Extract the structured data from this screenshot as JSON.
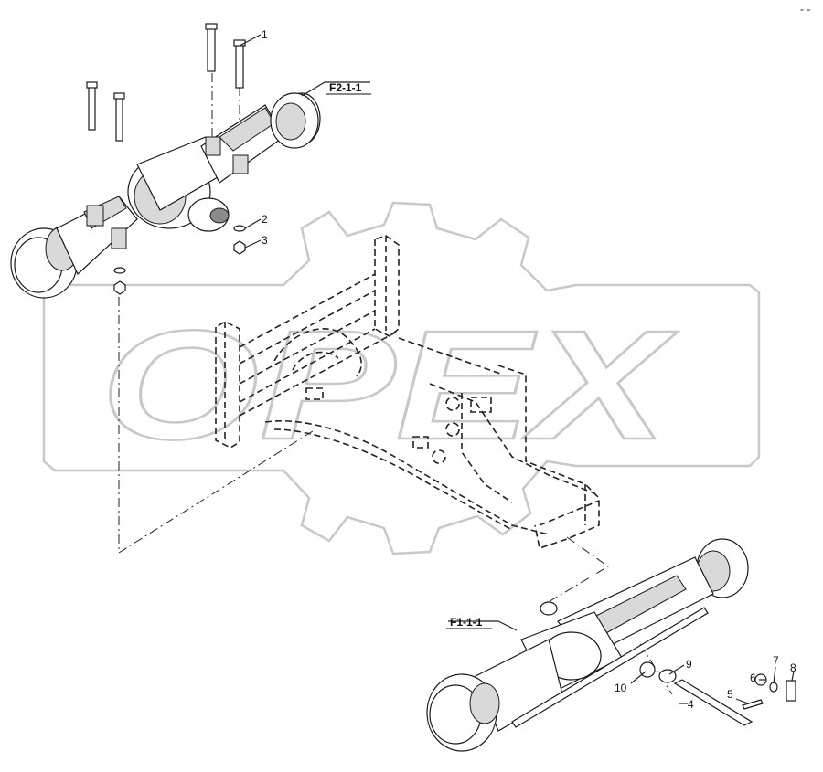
{
  "watermark": {
    "text": "OPEX",
    "color": "#c8c8c8"
  },
  "corner_mark": "- -",
  "assembly_refs": {
    "rear_axle": "F2-1-1",
    "front_axle": "F1-1-1"
  },
  "callouts": [
    "1",
    "2",
    "3",
    "4",
    "5",
    "6",
    "7",
    "8",
    "9",
    "10"
  ],
  "line_color": "#1a1a1a"
}
